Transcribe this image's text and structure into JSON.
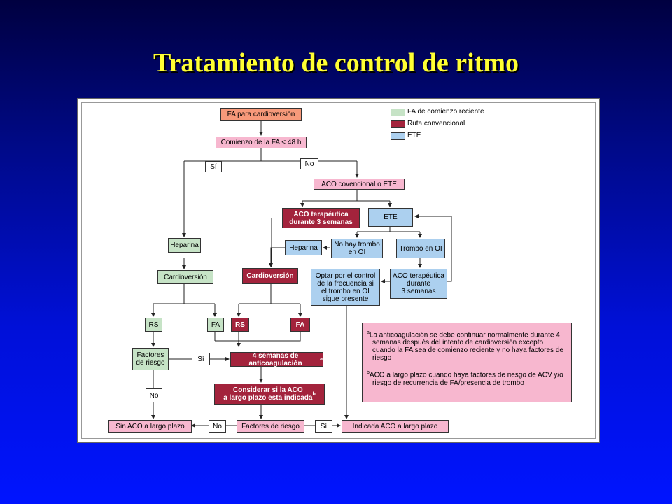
{
  "title": "Tratamiento de control de ritmo",
  "legend": [
    {
      "label": "FA de comienzo reciente",
      "color": "#c6e3c6"
    },
    {
      "label": "Ruta convencional",
      "color": "#a3233c"
    },
    {
      "label": "ETE",
      "color": "#acd0ef"
    }
  ],
  "nodes": {
    "fa_cardioversion": "FA para cardioversión",
    "comienzo_48h": "Comienzo de la FA < 48 h",
    "si_1": "Sí",
    "no_1": "No",
    "aco_convencional_ete": "ACO covencional o ETE",
    "aco_terapeutica_3sem": "ACO terapéutica\ndurante 3 semanas",
    "ete": "ETE",
    "heparina_green": "Heparina",
    "heparina_blue": "Heparina",
    "no_hay_trombo": "No hay trombo\nen OI",
    "trombo_en_oi": "Trombo en OI",
    "cardioversion_green": "Cardioversión",
    "cardioversion_red": "Cardioversión",
    "optar_control": "Optar por el control\nde la frecuencia si\nel trombo en OI\nsigue presente",
    "aco_terapeutica_3sem_blue": "ACO terapéutica\ndurante\n3 semanas",
    "rs_green": "RS",
    "fa_green": "FA",
    "rs_red": "RS",
    "fa_red": "FA",
    "factores_riesgo_green": "Factores\nde riesgo",
    "si_2": "Sí",
    "cuatro_semanas": "4 semanas de anticoagulación",
    "cuatro_semanas_sup": "a",
    "no_2": "No",
    "considerar_aco": "Considerar si la ACO\na largo plazo esta indicada",
    "considerar_aco_sup": "b",
    "sin_aco": "Sin ACO a largo plazo",
    "no_3": "No",
    "factores_riesgo_red": "Factores de riesgo",
    "si_3": "Sí",
    "indicada_aco": "Indicada ACO a largo plazo"
  },
  "footnotes": {
    "a_mark": "a",
    "a_text": "La anticoagulación se debe continuar normalmente durante 4 semanas después del intento de cardioversión excepto cuando la FA sea de comienzo reciente y no haya factores de riesgo",
    "b_mark": "b",
    "b_text": "ACO a largo plazo cuando haya factores de riesgo de ACV y/o riesgo de recurrencia de FA/presencia de trombo"
  }
}
